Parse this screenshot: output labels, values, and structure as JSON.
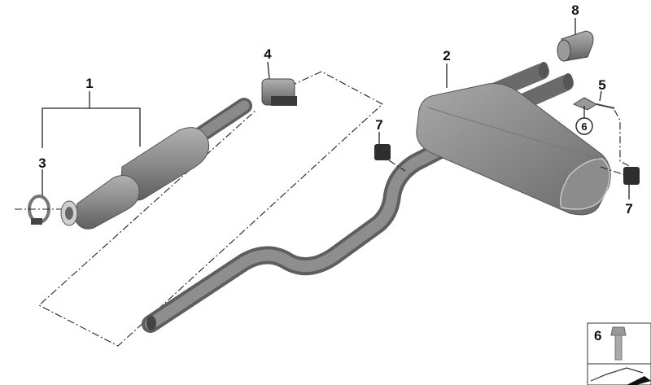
{
  "diagram": {
    "callouts": [
      {
        "id": "callout-1",
        "label": "1"
      },
      {
        "id": "callout-2",
        "label": "2"
      },
      {
        "id": "callout-3",
        "label": "3"
      },
      {
        "id": "callout-4",
        "label": "4"
      },
      {
        "id": "callout-5",
        "label": "5"
      },
      {
        "id": "callout-6-circled",
        "label": "6"
      },
      {
        "id": "callout-7-left",
        "label": "7"
      },
      {
        "id": "callout-7-right",
        "label": "7"
      },
      {
        "id": "callout-8",
        "label": "8"
      }
    ],
    "legend_box": {
      "label": "6"
    },
    "colors": {
      "part_fill": "#8a8a8a",
      "part_dark": "#5e5e5e",
      "part_light": "#b4b4b4",
      "line": "#222222"
    }
  }
}
